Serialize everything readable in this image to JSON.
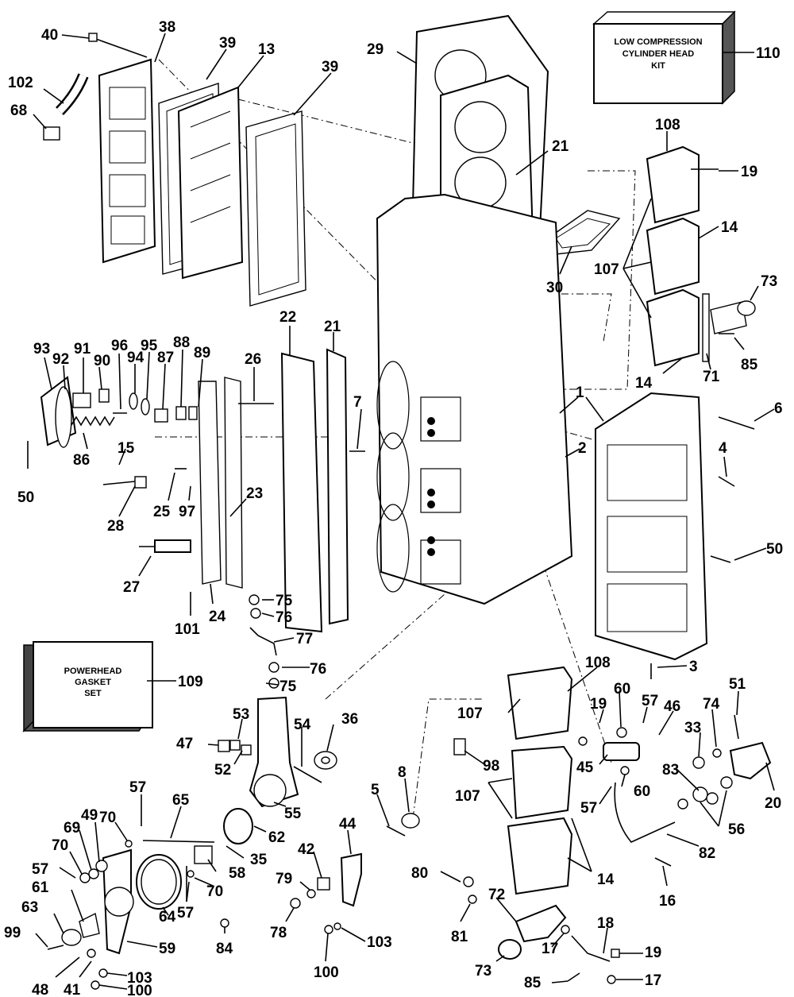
{
  "kits": {
    "cylinder_head": [
      "LOW COMPRESSION",
      "CYLINDER HEAD",
      "KIT"
    ],
    "cylinder_head_number": "110",
    "powerhead": [
      "POWERHEAD",
      "GASKET",
      "SET"
    ],
    "powerhead_number": "109"
  },
  "labels": {
    "n40": "40",
    "n38": "38",
    "n39a": "39",
    "n13": "13",
    "n39b": "39",
    "n29": "29",
    "n102": "102",
    "n68": "68",
    "n21a": "21",
    "n108a": "108",
    "n19a": "19",
    "n14a": "14",
    "n107a": "107",
    "n30": "30",
    "n73a": "73",
    "n85a": "85",
    "n71": "71",
    "n14b": "14",
    "n22": "22",
    "n21b": "21",
    "n93": "93",
    "n91": "91",
    "n96": "96",
    "n95": "95",
    "n88": "88",
    "n92": "92",
    "n90": "90",
    "n94": "94",
    "n87": "87",
    "n89": "89",
    "n26": "26",
    "n7": "7",
    "n1": "1",
    "n6": "6",
    "n86": "86",
    "n15": "15",
    "n2": "2",
    "n4": "4",
    "n50a": "50",
    "n25": "25",
    "n97": "97",
    "n28": "28",
    "n23": "23",
    "n50b": "50",
    "n27": "27",
    "n101": "101",
    "n24": "24",
    "n75a": "75",
    "n76a": "76",
    "n77": "77",
    "n76b": "76",
    "n75b": "75",
    "n3": "3",
    "n108b": "108",
    "n60a": "60",
    "n57a": "57",
    "n46": "46",
    "n51": "51",
    "n74": "74",
    "n107b": "107",
    "n19b": "19",
    "n33": "33",
    "n53": "53",
    "n36": "36",
    "n47": "47",
    "n54": "54",
    "n98": "98",
    "n52": "52",
    "n45": "45",
    "n60b": "60",
    "n83": "83",
    "n20": "20",
    "n5": "5",
    "n8": "8",
    "n107c": "107",
    "n57b": "57",
    "n56": "56",
    "n55": "55",
    "n57c": "57",
    "n65": "65",
    "n44": "44",
    "n70a": "70",
    "n49": "49",
    "n69": "69",
    "n62": "62",
    "n82": "82",
    "n70b": "70",
    "n42": "42",
    "n57d": "57",
    "n35": "35",
    "n58": "58",
    "n80": "80",
    "n14c": "14",
    "n61": "61",
    "n79": "79",
    "n70c": "70",
    "n16": "16",
    "n63": "63",
    "n64": "64",
    "n57e": "57",
    "n78": "78",
    "n72": "72",
    "n81": "81",
    "n18": "18",
    "n99": "99",
    "n84": "84",
    "n59": "59",
    "n103a": "103",
    "n19c": "19",
    "n17a": "17",
    "n73b": "73",
    "n100a": "100",
    "n48": "48",
    "n41": "41",
    "n103b": "103",
    "n100b": "100",
    "n85b": "85",
    "n17b": "17"
  }
}
